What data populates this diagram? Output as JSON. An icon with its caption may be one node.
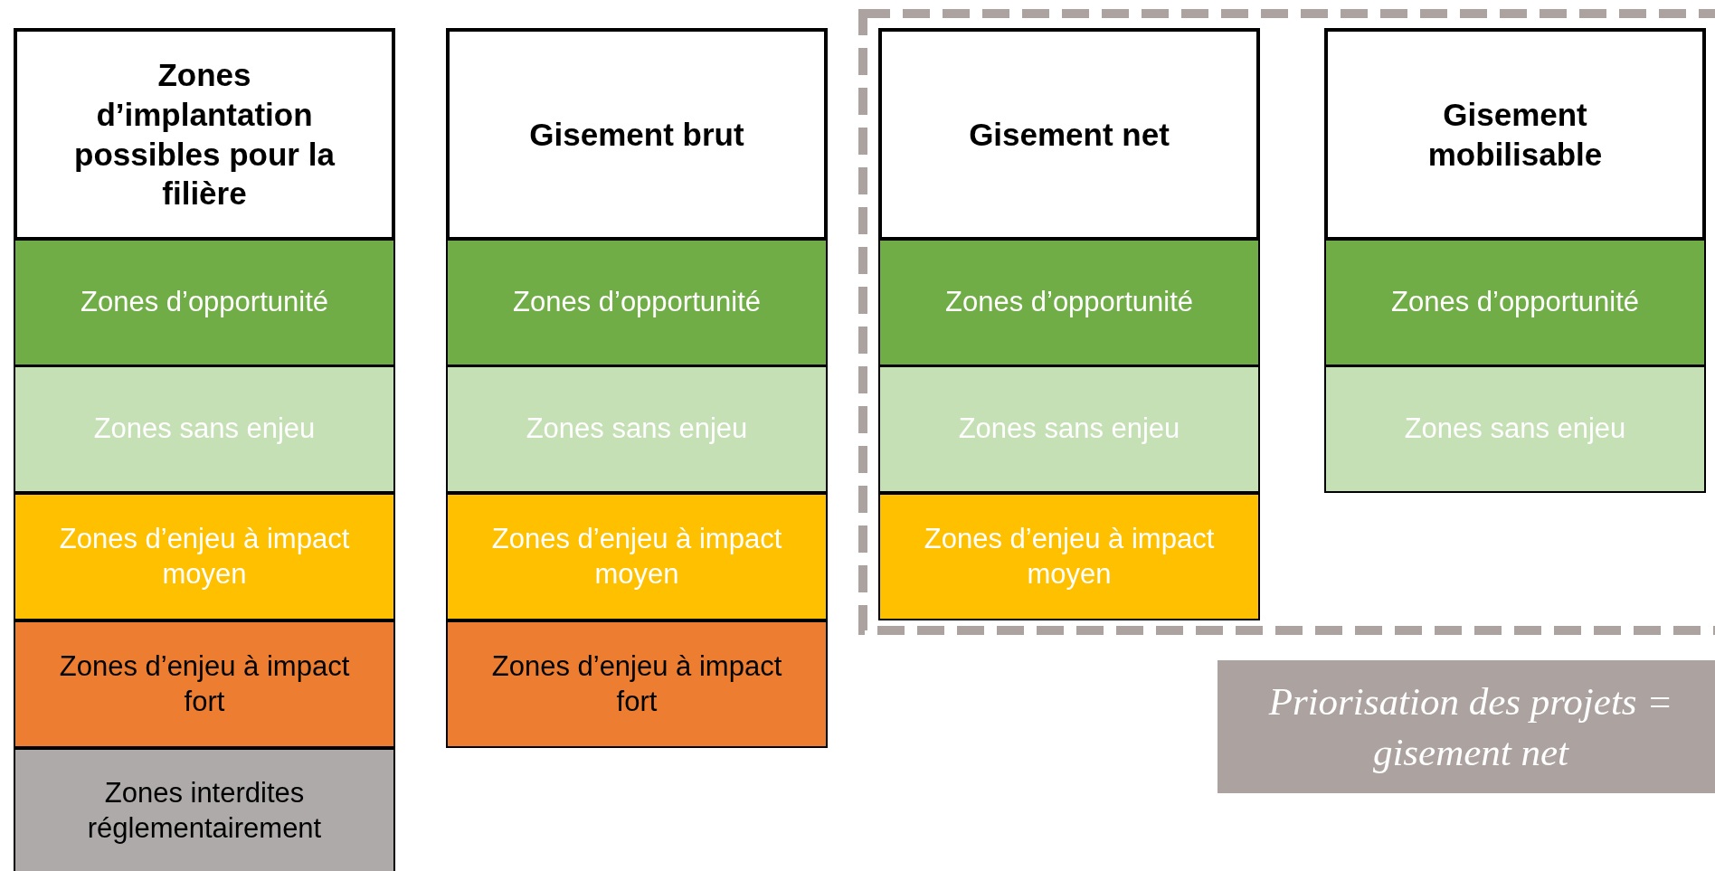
{
  "diagram": {
    "nodes": [
      {
        "text": [
          "Zones d’implantation possibles pour la filière"
        ]
      },
      {
        "text": [
          "Zones d’opportunité"
        ]
      },
      {
        "text": [
          "Zones sans enjeu"
        ]
      },
      {
        "text": [
          "Zones d’enjeu à impact moyen"
        ]
      },
      {
        "text": [
          "Zones d’enjeu à impact fort"
        ]
      },
      {
        "text": [
          "Zones interdites réglementairement"
        ]
      },
      {
        "text": [
          "Gisement brut"
        ]
      },
      {
        "text": [
          "Zones d’opportunité"
        ]
      },
      {
        "text": [
          "Zones sans enjeu"
        ]
      },
      {
        "text": [
          "Zones d’enjeu à impact moyen"
        ]
      },
      {
        "text": [
          "Zones d’enjeu à impact fort"
        ]
      },
      {
        "text": [],
        "shape": "box"
      },
      {
        "text": [
          "Gisement net"
        ],
        "in": 11
      },
      {
        "text": [
          "Zones d’opportunité"
        ],
        "in": 11
      },
      {
        "text": [
          "Zones sans enjeu"
        ],
        "in": 11
      },
      {
        "text": [
          "Zones d’enjeu à impact moyen"
        ],
        "in": 11
      },
      {
        "text": [
          "Gisement mobilisable"
        ],
        "in": 11
      },
      {
        "text": [
          "Zones d’opportunité"
        ],
        "in": 11
      },
      {
        "text": [
          "Zones sans enjeu"
        ],
        "in": 11
      },
      {
        "text": [
          "Priorisation des projets = gisement net"
        ]
      }
    ]
  }
}
